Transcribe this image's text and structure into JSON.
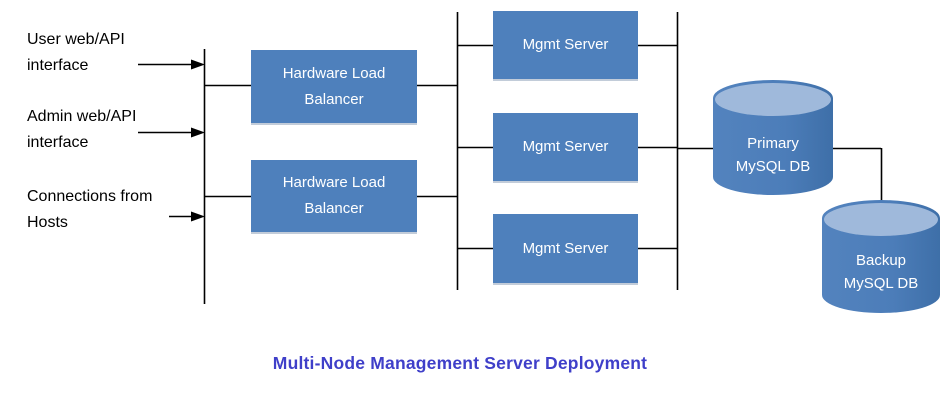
{
  "title": {
    "text": "Multi-Node Management Server Deployment"
  },
  "colors": {
    "node_fill": "#4E80BC",
    "node_text": "#FFFFFF",
    "label_text": "#000000",
    "line": "#000000",
    "title": "#3F3FC9",
    "cylinder_body": "#4E7FBC",
    "cylinder_top": "#9FB9DB",
    "cylinder_shade": "#3E6FA8"
  },
  "inputs": [
    {
      "label": "User web/API\ninterface"
    },
    {
      "label": "Admin web/API\ninterface"
    },
    {
      "label": "Connections from\nHosts"
    }
  ],
  "nodes": {
    "load_balancers": [
      {
        "label": "Hardware Load\nBalancer"
      },
      {
        "label": "Hardware Load\nBalancer"
      }
    ],
    "mgmt_servers": [
      {
        "label": "Mgmt Server"
      },
      {
        "label": "Mgmt Server"
      },
      {
        "label": "Mgmt Server"
      }
    ],
    "databases": [
      {
        "label": "Primary\nMySQL DB"
      },
      {
        "label": "Backup\nMySQL DB"
      }
    ]
  }
}
